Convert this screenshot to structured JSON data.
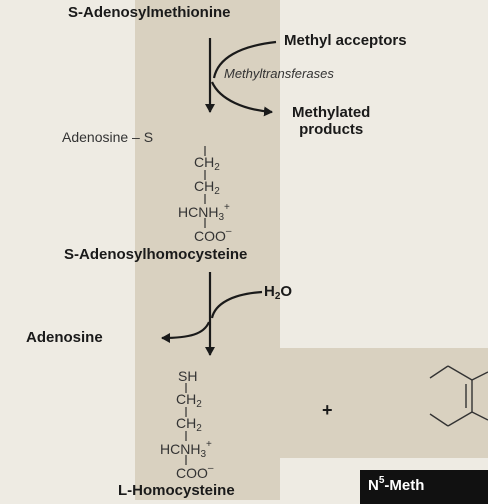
{
  "sam": "S-Adenosylmethionine",
  "methyl_acceptors": "Methyl acceptors",
  "methyltransferases": "Methyltransferases",
  "methylated_products": [
    "Methylated",
    "products"
  ],
  "sah": {
    "adenosine_s": "Adenosine – S",
    "ch2_a": "CH",
    "ch2_a_sub": "2",
    "ch2_b": "CH",
    "ch2_b_sub": "2",
    "hcnh3": "HCNH",
    "hcnh3_sub": "3",
    "hcnh3_sup": "+",
    "coo": "COO",
    "coo_sup": "–"
  },
  "sah_name": "S-Adenosylhomocysteine",
  "h2o": {
    "text": "H",
    "sub": "2",
    "tail": "O"
  },
  "adenosine": "Adenosine",
  "hcy": {
    "sh": "SH",
    "ch2_a": "CH",
    "ch2_a_sub": "2",
    "ch2_b": "CH",
    "ch2_b_sub": "2",
    "hcnh3": "HCNH",
    "hcnh3_sub": "3",
    "hcnh3_sup": "+",
    "coo": "COO",
    "coo_sup": "–"
  },
  "plus": "+",
  "hcy_name": "L-Homocysteine",
  "n5_box": {
    "prefix": "N",
    "sup": "5",
    "tail": "-Meth"
  },
  "colors": {
    "background": "#eeebe3",
    "band": "#d9d1c0",
    "arrow": "#1a1a1a",
    "box": "#111111"
  }
}
